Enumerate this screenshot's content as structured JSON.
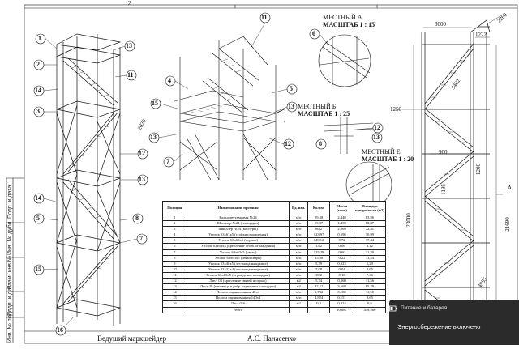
{
  "top_ruler": {
    "col2": "2"
  },
  "stamp": {
    "label1": "Подп. и дата",
    "label2": "Инв. № дубл.",
    "label3": "Взам. инв №",
    "label4": "Подп. и дата",
    "label5": "Инв. № подл."
  },
  "views": {
    "local_a": {
      "line1": "МЕСТНЫЙ А",
      "line2": "МАСШТАБ 1 : 15"
    },
    "local_b": {
      "line1": "МЕСТНЫЙ Б",
      "line2": "МАСШТАБ 1 : 25"
    },
    "local_e": {
      "line1": "МЕСТНЫЙ Е",
      "line2": "МАСШТАБ 1 : 20"
    }
  },
  "callouts": {
    "c1": "1",
    "c2": "2",
    "c3": "3",
    "c4": "4",
    "c5": "5",
    "c6": "6",
    "c7": "7",
    "c8": "8",
    "c11": "11",
    "c12": "12",
    "c13": "13",
    "c14": "14",
    "c15": "15",
    "c16": "16"
  },
  "dimensions": {
    "d3000": "3000",
    "d2260": "2260",
    "d1222": "1222",
    "d1250": "1250",
    "d5402": "5402",
    "d900": "900",
    "d1200": "1200",
    "d1195": "1195",
    "d23000": "23000",
    "d21690": "21690",
    "d2020": "2020",
    "d4985": "4985",
    "dA": "A"
  },
  "table": {
    "headers": [
      "Позиция",
      "Наименование профиля",
      "Ед. изм.",
      "Кол-во",
      "Масса (тонн)",
      "Площадь поверхности (м2)"
    ],
    "rows": [
      [
        "1",
        "Балка двутавровая №24",
        "м/п",
        "89,38",
        "2,440",
        "83,96"
      ],
      [
        "2",
        "Швеллер №24 (площадки)",
        "м/п",
        "59,97",
        "1,439",
        "50,37"
      ],
      [
        "3",
        "Швеллер №24 (косоуры)",
        "м/п",
        "86,2",
        "2,069",
        "72,41"
      ],
      [
        "4",
        "Уголок 63х63х5 (стойки ограждения)",
        "м/п",
        "123,97",
        "0,596",
        "30,99"
      ],
      [
        "5",
        "Уголок 63х63х5 (перила)",
        "м/п",
        "149,12",
        "0,72",
        "37,44"
      ],
      [
        "6",
        "Уголок 63х63х5 (крепление стоек ограждения)",
        "м/п",
        "13,2",
        "0,06",
        "3,12"
      ],
      [
        "7",
        "Уголок 63х63х5 (связи)",
        "м/п",
        "125,28",
        "0,60",
        "31,20"
      ],
      [
        "8",
        "Уголок 63х63х5 (связи сварн)",
        "м/п",
        "45,98",
        "0,22",
        "11,44"
      ],
      [
        "9",
        "Уголок 63х40х5 (лестница на крыше)",
        "м/п",
        "5,79",
        "0,023",
        "1,20"
      ],
      [
        "10",
        "Уголок 32х32х4 (лестница на крыше)",
        "м/п",
        "7,08",
        "0,01",
        "0,65"
      ],
      [
        "11",
        "Уголок 63х63х5 (ограждение площадки)",
        "м/п",
        "39,2",
        "0,15",
        "7,60"
      ],
      [
        "12",
        "Лист 08 (крепление связей и ограж)",
        "м2",
        "5,74",
        "0,360",
        "11,56"
      ],
      [
        "13",
        "Лист 4S (чечевица в ребр. ступени и площадки)",
        "м2",
        "42,52",
        "3,669",
        "85,29"
      ],
      [
        "14",
        "Полоса оцинкованная 40х4",
        "м/п",
        "3,732",
        "0,180",
        "11,50"
      ],
      [
        "15",
        "Полоса оцинкованная 140х4",
        "м/п",
        "4,824",
        "0,151",
        "9,65"
      ],
      [
        "16",
        "Лист 016",
        "м2",
        "0,3",
        "0,024",
        "0,6"
      ],
      [
        "",
        "Итого",
        "",
        "",
        "10,687",
        "448,560"
      ]
    ]
  },
  "footer": {
    "left": "Ведущий маркшейдер",
    "right": "А.С. Панасенко"
  },
  "toast": {
    "title": "Питание и батарея",
    "message": "Энергосбережение включено",
    "icon": "battery-icon"
  }
}
